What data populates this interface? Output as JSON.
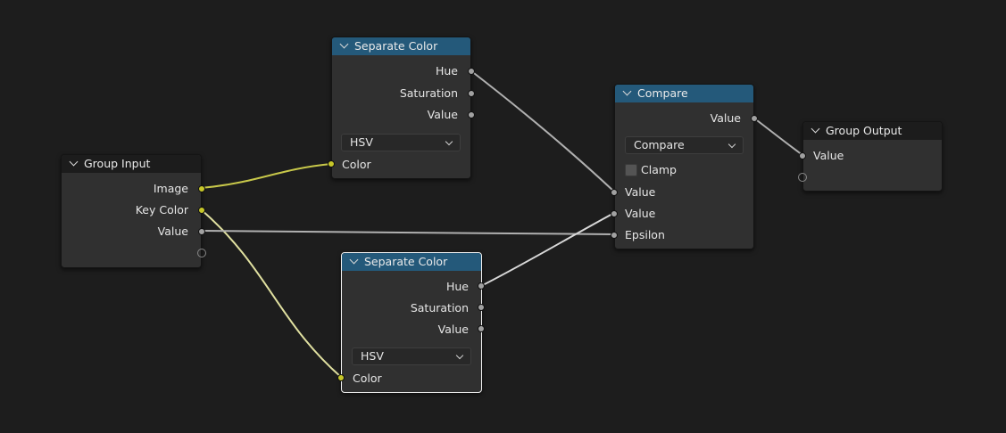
{
  "colors": {
    "background": "#1d1d1d",
    "node_body": "#303030",
    "header_blue": "#24597a",
    "header_dark": "#1c1c1c",
    "socket_color": "#c7c729",
    "socket_float": "#a1a1a1",
    "wire_color": "#c8c84a",
    "wire_float": "#b0b0b0"
  },
  "nodes": {
    "group_input": {
      "title": "Group Input",
      "outputs": [
        "Image",
        "Key Color",
        "Value"
      ]
    },
    "separate_color_top": {
      "title": "Separate Color",
      "outputs": [
        "Hue",
        "Saturation",
        "Value"
      ],
      "mode": "HSV",
      "input": "Color"
    },
    "separate_color_bottom": {
      "title": "Separate Color",
      "outputs": [
        "Hue",
        "Saturation",
        "Value"
      ],
      "mode": "HSV",
      "input": "Color"
    },
    "compare": {
      "title": "Compare",
      "output": "Value",
      "operation": "Compare",
      "clamp_label": "Clamp",
      "clamp_checked": false,
      "inputs": [
        "Value",
        "Value",
        "Epsilon"
      ]
    },
    "group_output": {
      "title": "Group Output",
      "input": "Value"
    }
  }
}
